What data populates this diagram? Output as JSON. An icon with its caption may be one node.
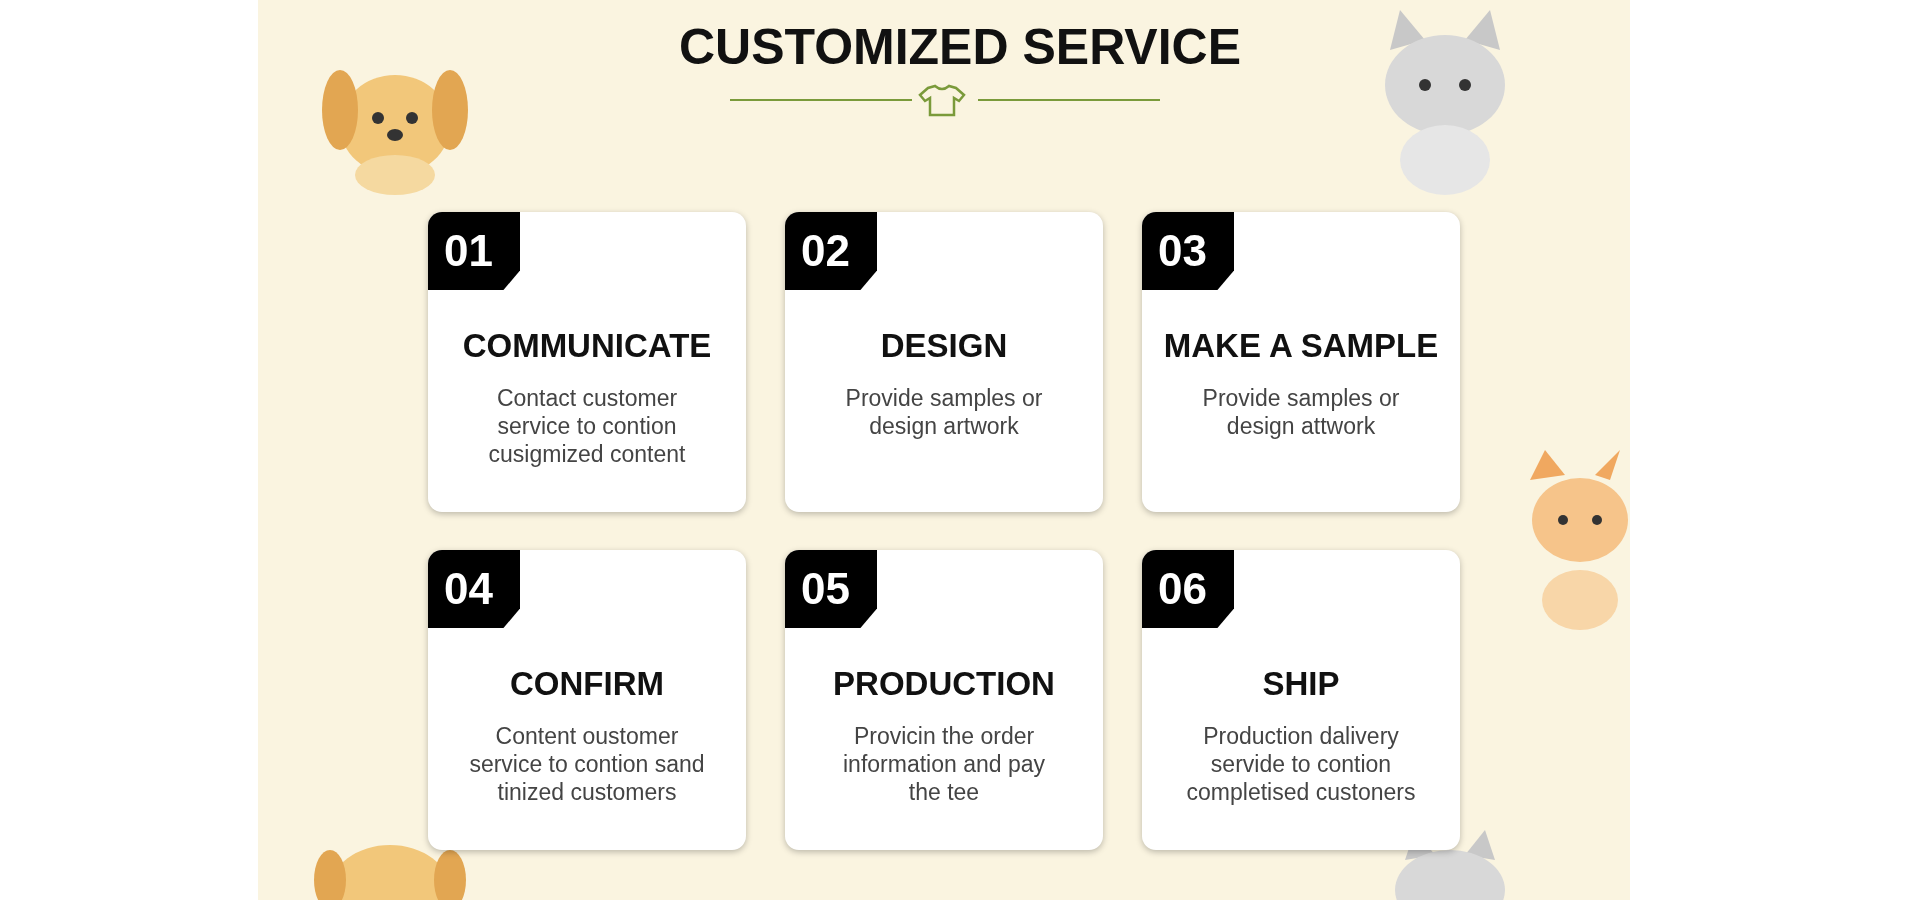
{
  "diagram": {
    "title": "CUSTOMIZED SERVICE",
    "nodes": [
      {
        "text": [
          "01",
          "COMMUNICATE",
          "Contact customer service to contion cusigmized content"
        ]
      },
      {
        "text": [
          "02",
          "DESIGN",
          "Provide samples or design artwork"
        ]
      },
      {
        "text": [
          "03",
          "MAKE A SAMPLE",
          "Provide samples or design attwork"
        ]
      },
      {
        "text": [
          "04",
          "CONFIRM",
          "Content oustomer service to contion sand tinized customers"
        ]
      },
      {
        "text": [
          "05",
          "PRODUCTION",
          "Provicin the order information and pay the tee"
        ]
      },
      {
        "text": [
          "06",
          "SHIP",
          "Production dalivery servide to contion completised custoners"
        ]
      }
    ],
    "edges": []
  }
}
